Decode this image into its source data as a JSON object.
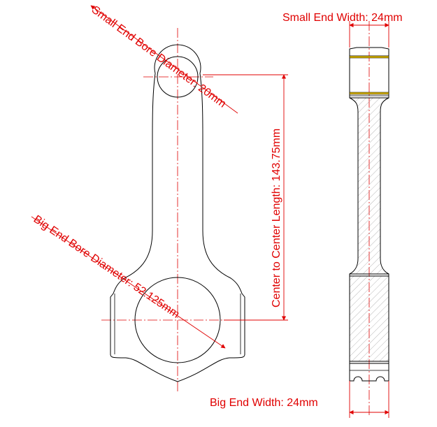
{
  "annotations": {
    "small_end_bore": "Small End Bore Diameter: 20mm",
    "big_end_bore": "Big End Bore Diameter: 52.125mm",
    "center_to_center": "Center to Center Length: 143.75mm",
    "small_end_width": "Small End Width:  24mm",
    "big_end_width": "Big End Width: 24mm"
  },
  "colors": {
    "annotation": "#e00000",
    "outline": "#000000",
    "bushing": "#d4b000",
    "hatch": "#9a9a9a"
  }
}
